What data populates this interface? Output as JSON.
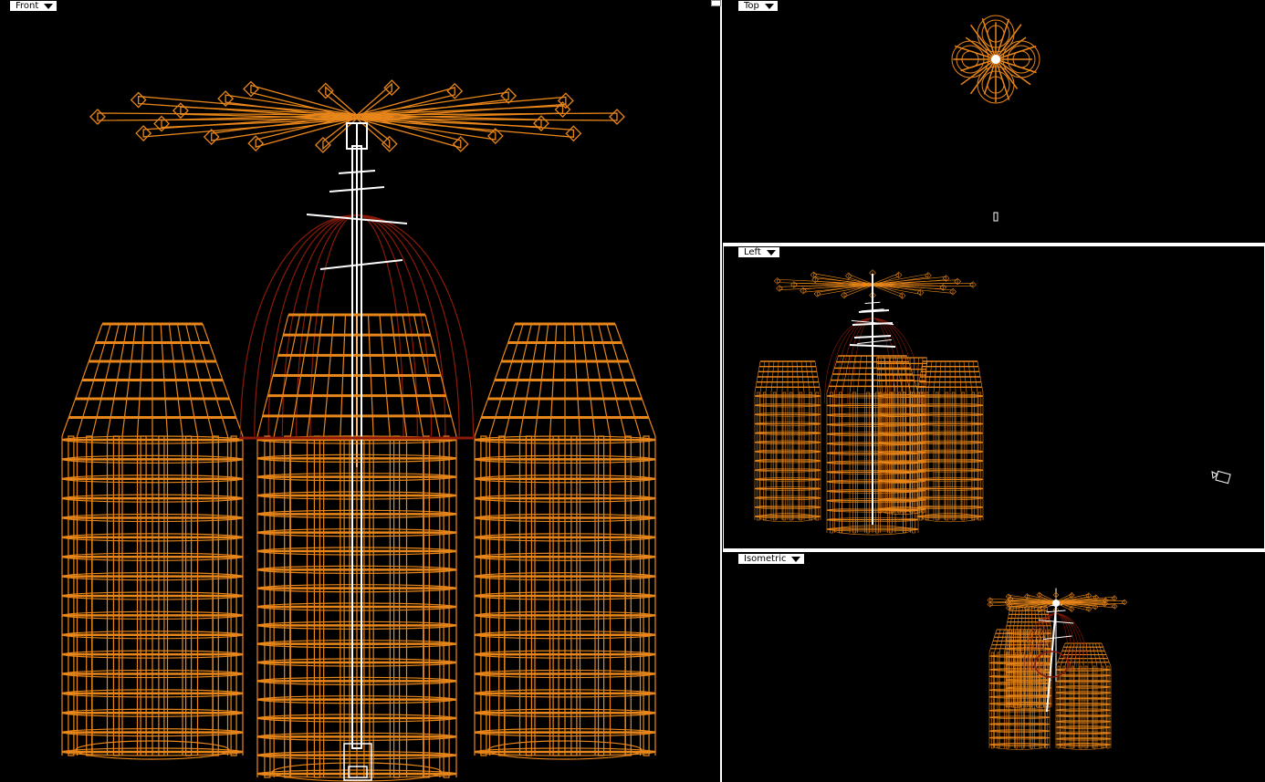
{
  "viewports": {
    "front": {
      "label": "Front"
    },
    "top": {
      "label": "Top"
    },
    "left": {
      "label": "Left"
    },
    "isometric": {
      "label": "Isometric"
    }
  },
  "colors": {
    "background": "#000000",
    "wire_orange": "#e8861a",
    "wire_dark_red": "#8b1a0a",
    "wire_white": "#ffffff",
    "label_bg": "#ffffff"
  },
  "icons": {
    "menu": "triangle-down-icon",
    "camera": "camera-icon"
  }
}
